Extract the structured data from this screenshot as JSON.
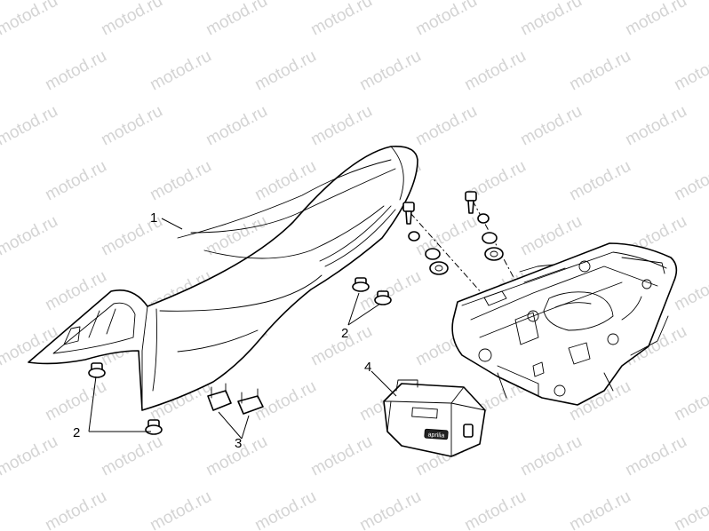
{
  "watermark": "motod.ru",
  "callouts": {
    "c1": "1",
    "c2a": "2",
    "c2b": "2",
    "c3": "3",
    "c4": "4"
  },
  "logo_text": "aprilia"
}
